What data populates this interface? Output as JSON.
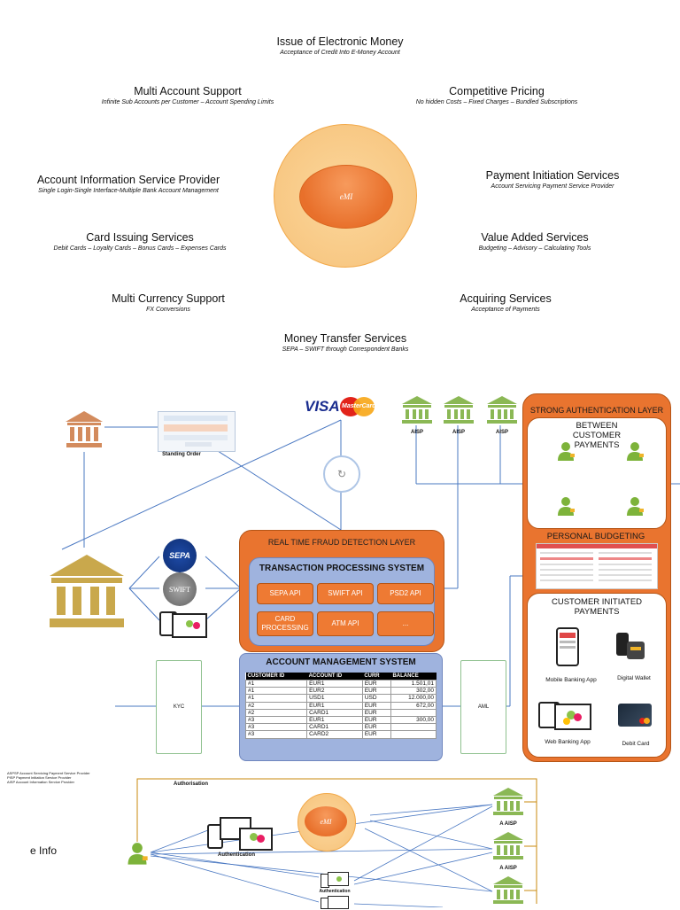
{
  "services": {
    "issue": {
      "title": "Issue of Electronic Money",
      "sub": "Acceptance of Credit Into E-Money Account"
    },
    "multi_account": {
      "title": "Multi Account Support",
      "sub": "Infinite Sub Accounts per Customer – Account Spending Limits"
    },
    "pricing": {
      "title": "Competitive Pricing",
      "sub": "No hidden Costs – Fixed Charges – Bundled Subscriptions"
    },
    "aisp": {
      "title": "Account Information Service Provider",
      "sub": "Single Login-Single Interface-Multiple Bank Account Management"
    },
    "pis": {
      "title": "Payment Initiation Services",
      "sub": "Account Servicing Payment Service Provider"
    },
    "card": {
      "title": "Card Issuing Services",
      "sub": "Debit Cards – Loyalty Cards – Bonus Cards – Expenses Cards"
    },
    "vas": {
      "title": "Value Added Services",
      "sub": "Budgeting – Advisory – Calculating Tools"
    },
    "currency": {
      "title": "Multi Currency Support",
      "sub": "FX Conversions"
    },
    "acquiring": {
      "title": "Acquiring Services",
      "sub": "Acceptance of Payments"
    },
    "transfer": {
      "title": "Money Transfer Services",
      "sub": "SEPA – SWIFT through Correspondent Banks"
    }
  },
  "center": {
    "label": "eMI"
  },
  "flow": {
    "standing_order": "Standing Order",
    "visa": "VISA",
    "mastercard": "MasterCard",
    "aisp_labels": [
      "AISP",
      "AISP",
      "AISP"
    ],
    "sepa": "SEPA",
    "swift": "SWIFT"
  },
  "strong_auth": {
    "title": "STRONG AUTHENTICATION LAYER",
    "between": "BETWEEN CUSTOMER PAYMENTS",
    "budgeting": "PERSONAL BUDGETING",
    "initiated": "CUSTOMER INITIATED PAYMENTS",
    "mobile_app": "Mobile Banking App",
    "wallet": "Digital Wallet",
    "web_app": "Web Banking App",
    "debit_card": "Debit Card"
  },
  "fraud": {
    "title": "REAL TIME FRAUD DETECTION LAYER"
  },
  "tps": {
    "title": "TRANSACTION PROCESSING SYSTEM",
    "buttons": [
      "SEPA API",
      "SWIFT API",
      "PSD2 API",
      "CARD PROCESSING",
      "ATM API",
      "..."
    ]
  },
  "ams": {
    "title": "ACCOUNT MANAGEMENT SYSTEM",
    "columns": [
      "CUSTOMER ID",
      "ACCOUNT ID",
      "CURR",
      "BALANCE"
    ],
    "rows": [
      [
        "#1",
        "EUR1",
        "EUR",
        "1.501,01"
      ],
      [
        "#1",
        "EUR2",
        "EUR",
        "302,00"
      ],
      [
        "#1",
        "USD1",
        "USD",
        "12.000,00"
      ],
      [
        "#2",
        "EUR1",
        "EUR",
        "672,00"
      ],
      [
        "#2",
        "CARD1",
        "EUR",
        ""
      ],
      [
        "#3",
        "EUR1",
        "EUR",
        "300,00"
      ],
      [
        "#3",
        "CARD1",
        "EUR",
        ""
      ],
      [
        "#3",
        "CARD2",
        "EUR",
        ""
      ]
    ]
  },
  "kyc": "KYC",
  "aml": "AML",
  "legend": [
    "ASPSP Account Servicing Payment Service Provider",
    "PISP Payment Initiation Service Provider",
    "AISP Account Information Service Provider"
  ],
  "bottom": {
    "authorisation": "Authorisation",
    "authentication": "Authentication",
    "center": "eMI",
    "a_aisp": [
      "A AISP",
      "A AISP"
    ],
    "side_text": "e Info"
  },
  "colors": {
    "orange": "#E9742F",
    "circle_outer": "#F7C77E",
    "green": "#8BB855",
    "gold": "#C9A84C",
    "blue_panel": "#9FB3DE"
  }
}
